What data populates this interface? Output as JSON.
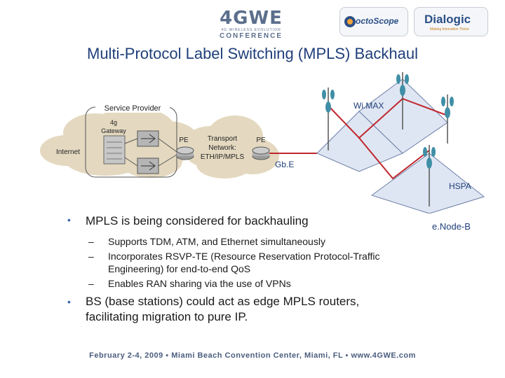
{
  "header": {
    "logo_4gwe": "4GWE",
    "logo_4gwe_sub": "4G WIRELESS EVOLUTION",
    "logo_4gwe_conf": "CONFERENCE",
    "logo_octoscope": "octoScope",
    "logo_dialogic": "Dialogic",
    "logo_dialogic_tag": "Making Innovation Thrive"
  },
  "title": "Multi-Protocol Label Switching (MPLS) Backhaul",
  "diagram": {
    "service_provider": "Service Provider",
    "gateway_line1": "4g",
    "gateway_line2": "Gateway",
    "internet": "Internet",
    "pe_left": "PE",
    "pe_right": "PE",
    "transport_line1": "Transport",
    "transport_line2": "Network:",
    "transport_line3": "ETH/IP/MPLS",
    "gbe": "Gb.E",
    "wimax": "Wi.MAX",
    "hspa": "HSPA",
    "enodeb": "e.Node-B"
  },
  "bullets": {
    "b1": "MPLS is being considered for backhauling",
    "sub1": "Supports TDM, ATM, and Ethernet simultaneously",
    "sub2": "Incorporates RSVP-TE (Resource Reservation Protocol-Traffic Engineering) for end-to-end QoS",
    "sub3": "Enables RAN sharing via the use of VPNs",
    "b2": "BS (base stations) could act as edge MPLS routers, facilitating migration to pure IP."
  },
  "footer": "February 2-4, 2009  ▪  Miami Beach Convention Center, Miami, FL  ▪  www.4GWE.com",
  "colors": {
    "title": "#1f3f7a",
    "accent_red": "#c0262c",
    "bullet_blue": "#3a66b0",
    "diamond_fill": "#dfe6f3"
  }
}
